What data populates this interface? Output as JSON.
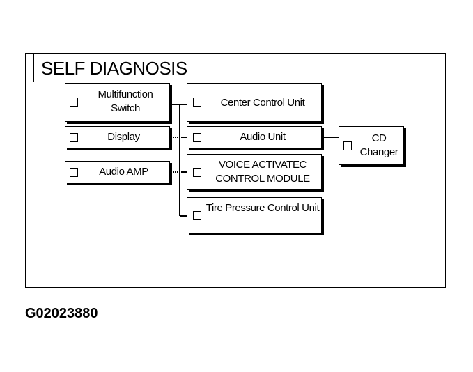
{
  "screen": {
    "title": "SELF DIAGNOSIS"
  },
  "modules": {
    "multifunction_switch": "Multifunction Switch",
    "display": "Display",
    "audio_amp": "Audio AMP",
    "center_control_unit": "Center Control Unit",
    "audio_unit": "Audio Unit",
    "voice_activated_module": "VOICE ACTIVATEC CONTROL MODULE",
    "tire_pressure_control_unit": "Tire Pressure Control Unit",
    "cd_changer": "CD Changer"
  },
  "figure_code": "G02023880"
}
